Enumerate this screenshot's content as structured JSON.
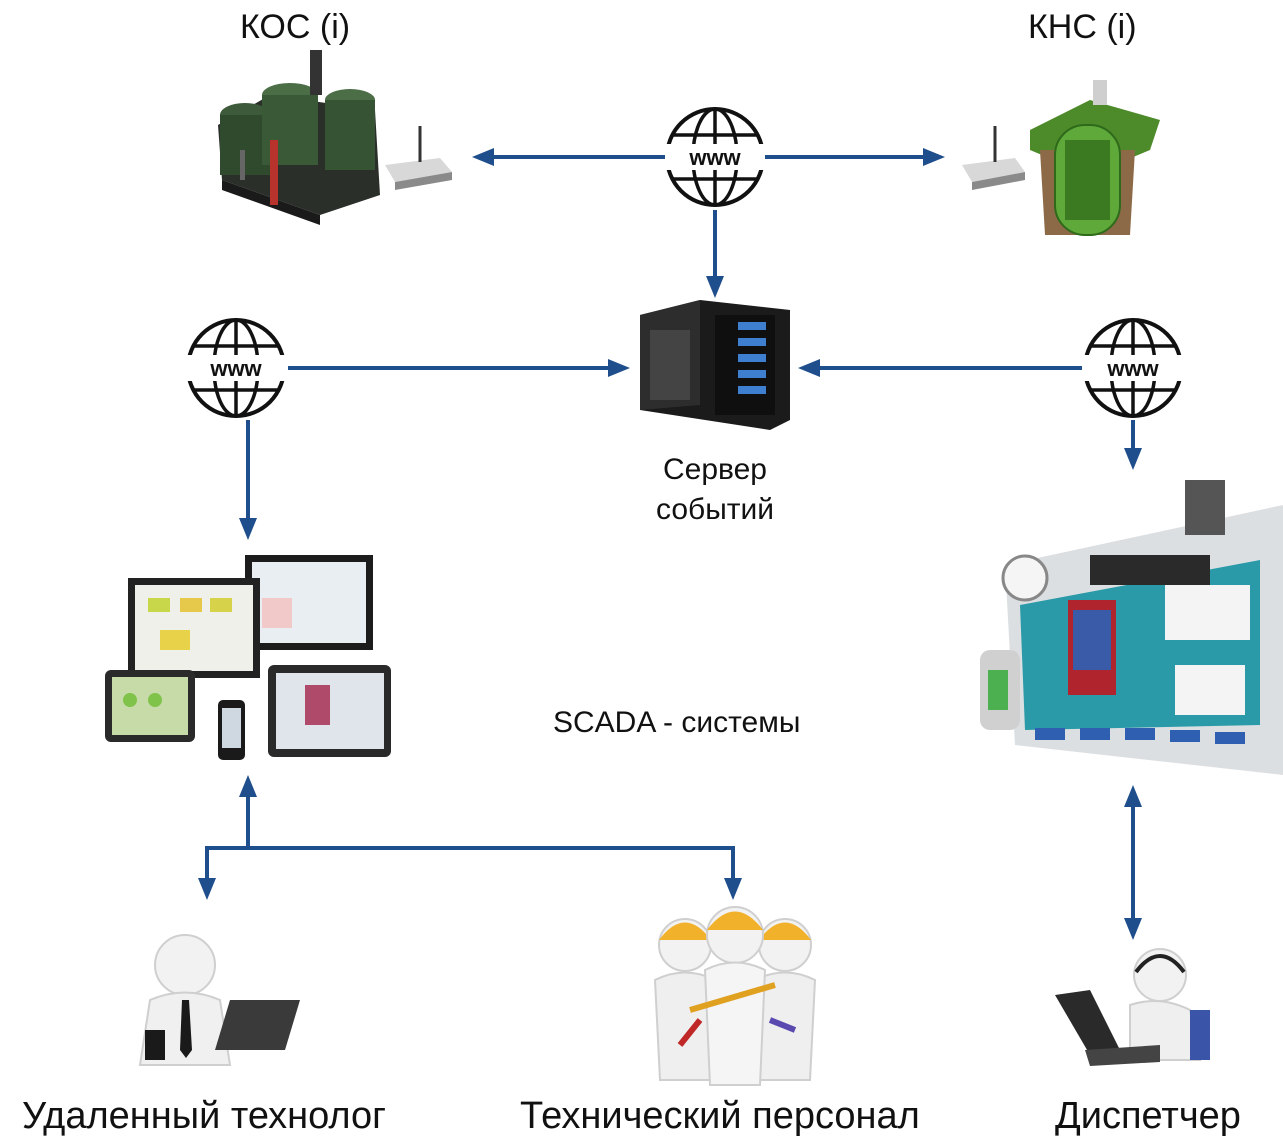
{
  "nodes": {
    "kos": {
      "label": "КОС (i)"
    },
    "kns": {
      "label": "КНС (i)"
    },
    "server": {
      "label_line1": "Сервер",
      "label_line2": "событий"
    },
    "scada": {
      "label": "SCADA - системы"
    },
    "technologist": {
      "label": "Удаленный технолог"
    },
    "personnel": {
      "label": "Технический персонал"
    },
    "dispatcher": {
      "label": "Диспетчер"
    }
  },
  "globes": {
    "text": "www"
  },
  "colors": {
    "arrow": "#1f4e8c",
    "globe_outline": "#111111"
  }
}
